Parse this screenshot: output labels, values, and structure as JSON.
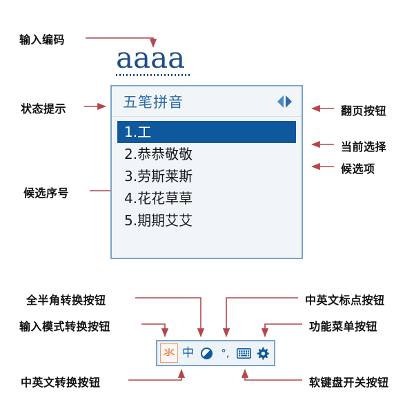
{
  "input_code": {
    "label": "输入编码",
    "value": "aaaa"
  },
  "panel": {
    "status_label": "状态提示",
    "title": "五笔拼音",
    "page_button_label": "翻页按钮",
    "page_prev_icon": "triangle-left-icon",
    "page_next_icon": "triangle-right-icon",
    "current_selection_label": "当前选择",
    "candidate_item_label": "候选项",
    "candidate_index_label": "候选序号",
    "candidates": [
      {
        "index": "1.",
        "text": "工",
        "selected": true
      },
      {
        "index": "2.",
        "text": "恭恭敬敬",
        "selected": false
      },
      {
        "index": "3.",
        "text": "劳斯莱斯",
        "selected": false
      },
      {
        "index": "4.",
        "text": "花花草草",
        "selected": false
      },
      {
        "index": "5.",
        "text": "期期艾艾",
        "selected": false
      }
    ]
  },
  "toolbar": {
    "buttons": [
      {
        "name": "input-mode",
        "glyph": "氺",
        "icon": "wubi-logo-icon",
        "label": "输入模式转换按钮"
      },
      {
        "name": "cn-en",
        "glyph": "中",
        "icon": "chinese-english-icon",
        "label": "中英文转换按钮"
      },
      {
        "name": "width",
        "glyph": "",
        "icon": "half-full-width-icon",
        "label": "全半角转换按钮"
      },
      {
        "name": "punct",
        "glyph": "°,",
        "icon": "punctuation-icon",
        "label": "中英文标点按钮"
      },
      {
        "name": "soft-keyboard",
        "glyph": "",
        "icon": "keyboard-icon",
        "label": "软键盘开关按钮"
      },
      {
        "name": "menu",
        "glyph": "",
        "icon": "gear-icon",
        "label": "功能菜单按钮"
      }
    ]
  },
  "annotations": {
    "input_code": "输入编码",
    "status_hint": "状态提示",
    "candidate_index": "候选序号",
    "page_button": "翻页按钮",
    "current_selection": "当前选择",
    "candidate_item": "候选项",
    "width_toggle": "全半角转换按钮",
    "input_mode_toggle": "输入模式转换按钮",
    "punctuation_button": "中英文标点按钮",
    "function_menu_button": "功能菜单按钮",
    "cn_en_toggle": "中英文转换按钮",
    "soft_keyboard_toggle": "软键盘开关按钮"
  },
  "colors": {
    "annotation_line": "#b4464b",
    "panel_border": "#7ba3cc",
    "selection_bg": "#10589d",
    "title_text": "#2f6ca5",
    "code_text": "#1d4f86",
    "icon_blue": "#0d5a9e",
    "icon_orange": "#e06a28"
  }
}
